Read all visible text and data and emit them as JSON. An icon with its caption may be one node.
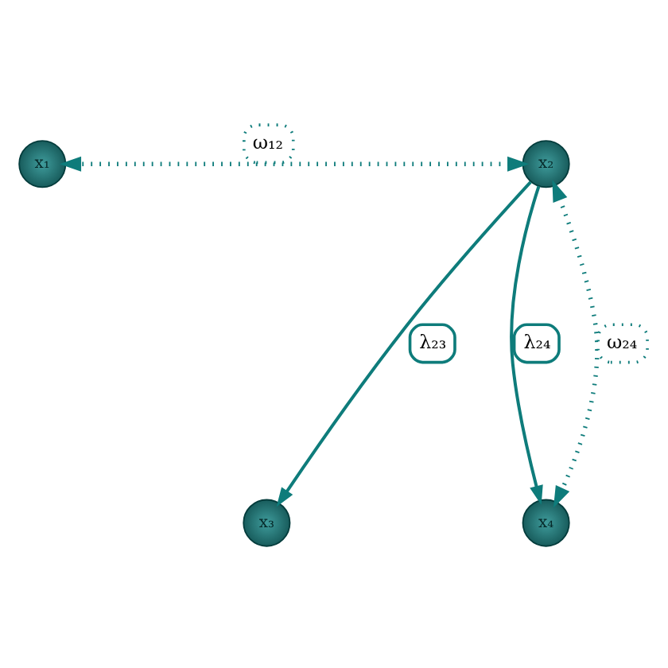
{
  "diagram": {
    "nodes": [
      {
        "text": [
          "x₁"
        ]
      },
      {
        "text": [
          "x₂"
        ]
      },
      {
        "text": [
          "x₃"
        ]
      },
      {
        "text": [
          "x₄"
        ]
      }
    ],
    "edges": [
      {
        "from": 1,
        "to": 0,
        "arrow": "both",
        "label": "ω₁₂",
        "style": "dashed"
      },
      {
        "from": 1,
        "to": 2,
        "arrow": "to",
        "label": "λ₂₃"
      },
      {
        "from": 1,
        "to": 3,
        "arrow": "to",
        "label": "λ₂₄"
      },
      {
        "from": 1,
        "to": 3,
        "arrow": "both",
        "label": "ω₂₄",
        "style": "dashed"
      }
    ]
  }
}
